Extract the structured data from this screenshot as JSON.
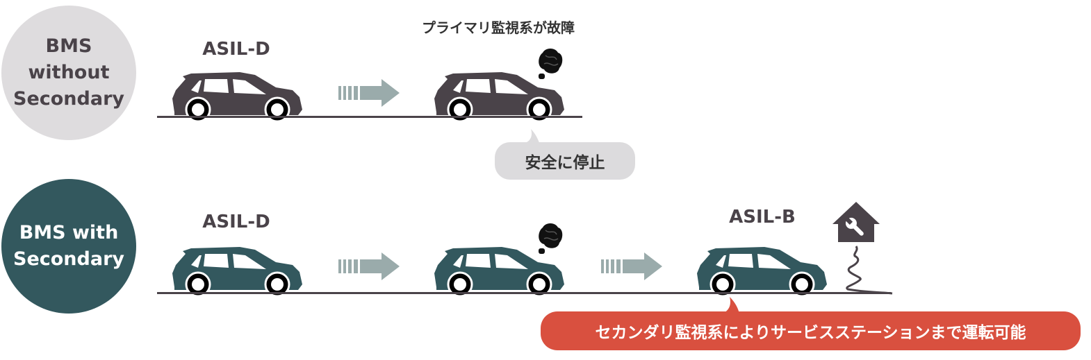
{
  "colors": {
    "car_without": "#4a4349",
    "car_with": "#33585e",
    "arrow": "#9aabab",
    "alert": "#d9503f",
    "neutral_bubble": "#dcdbdd"
  },
  "row_without": {
    "title": "BMS\nwithout\nSecondary",
    "asil": "ASIL-D",
    "failure_caption": "プライマリ監視系が故障",
    "result": "安全に停止"
  },
  "row_with": {
    "title": "BMS with\nSecondary",
    "asil_start": "ASIL-D",
    "asil_degraded": "ASIL-B",
    "result": "セカンダリ監視系によりサービスステーションまで運転可能"
  },
  "icons": [
    "car-icon",
    "arrow-right-icon",
    "smoke-icon",
    "service-station-icon",
    "wrench-icon",
    "winding-road-icon"
  ]
}
